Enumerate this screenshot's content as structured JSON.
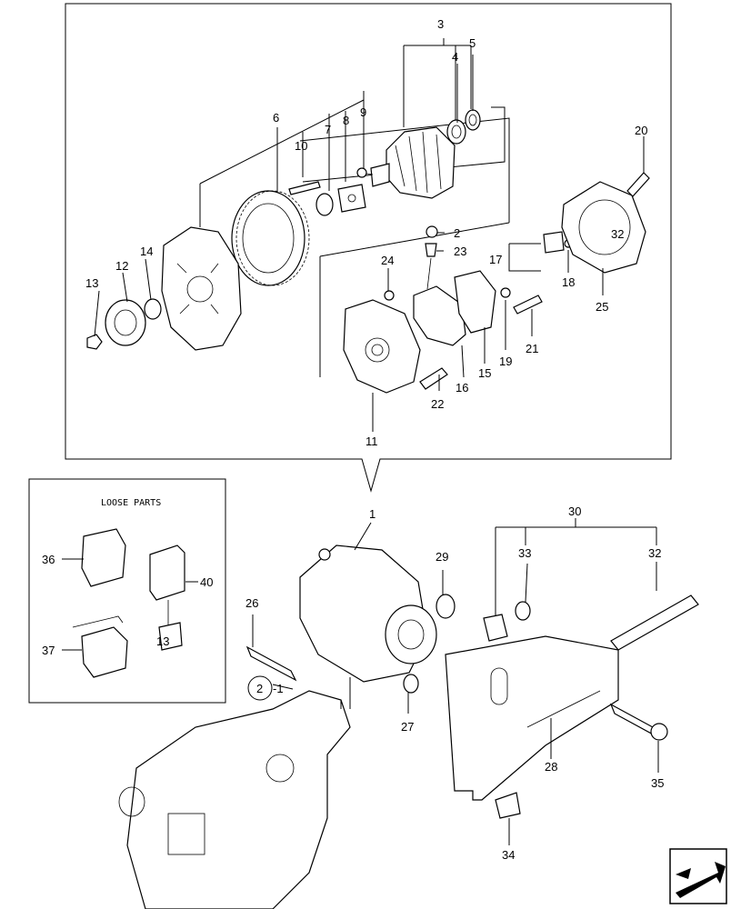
{
  "loose_parts_title": "LOOSE PARTS",
  "callouts": {
    "c1": "1",
    "c2": "2",
    "c3": "3",
    "c4": "4",
    "c5": "5",
    "c6": "6",
    "c7": "7",
    "c8": "8",
    "c9": "9",
    "c10": "10",
    "c11": "11",
    "c12": "12",
    "c13": "13",
    "c14": "14",
    "c15": "15",
    "c16": "16",
    "c17": "17",
    "c18": "18",
    "c19": "19",
    "c20": "20",
    "c21": "21",
    "c22": "22",
    "c23": "23",
    "c24": "24",
    "c25": "25",
    "c26": "26",
    "c27": "27",
    "c28": "28",
    "c29": "29",
    "c30": "30",
    "c32": "32",
    "c33": "33",
    "c34": "34",
    "c35": "35",
    "c36": "36",
    "c37": "37",
    "c40": "40",
    "ref_circle": "2",
    "ref_suffix": "-1",
    "c32_inner": "32",
    "c13_inner": "13"
  },
  "icons": {
    "nav": "next-page-arrow-icon"
  }
}
